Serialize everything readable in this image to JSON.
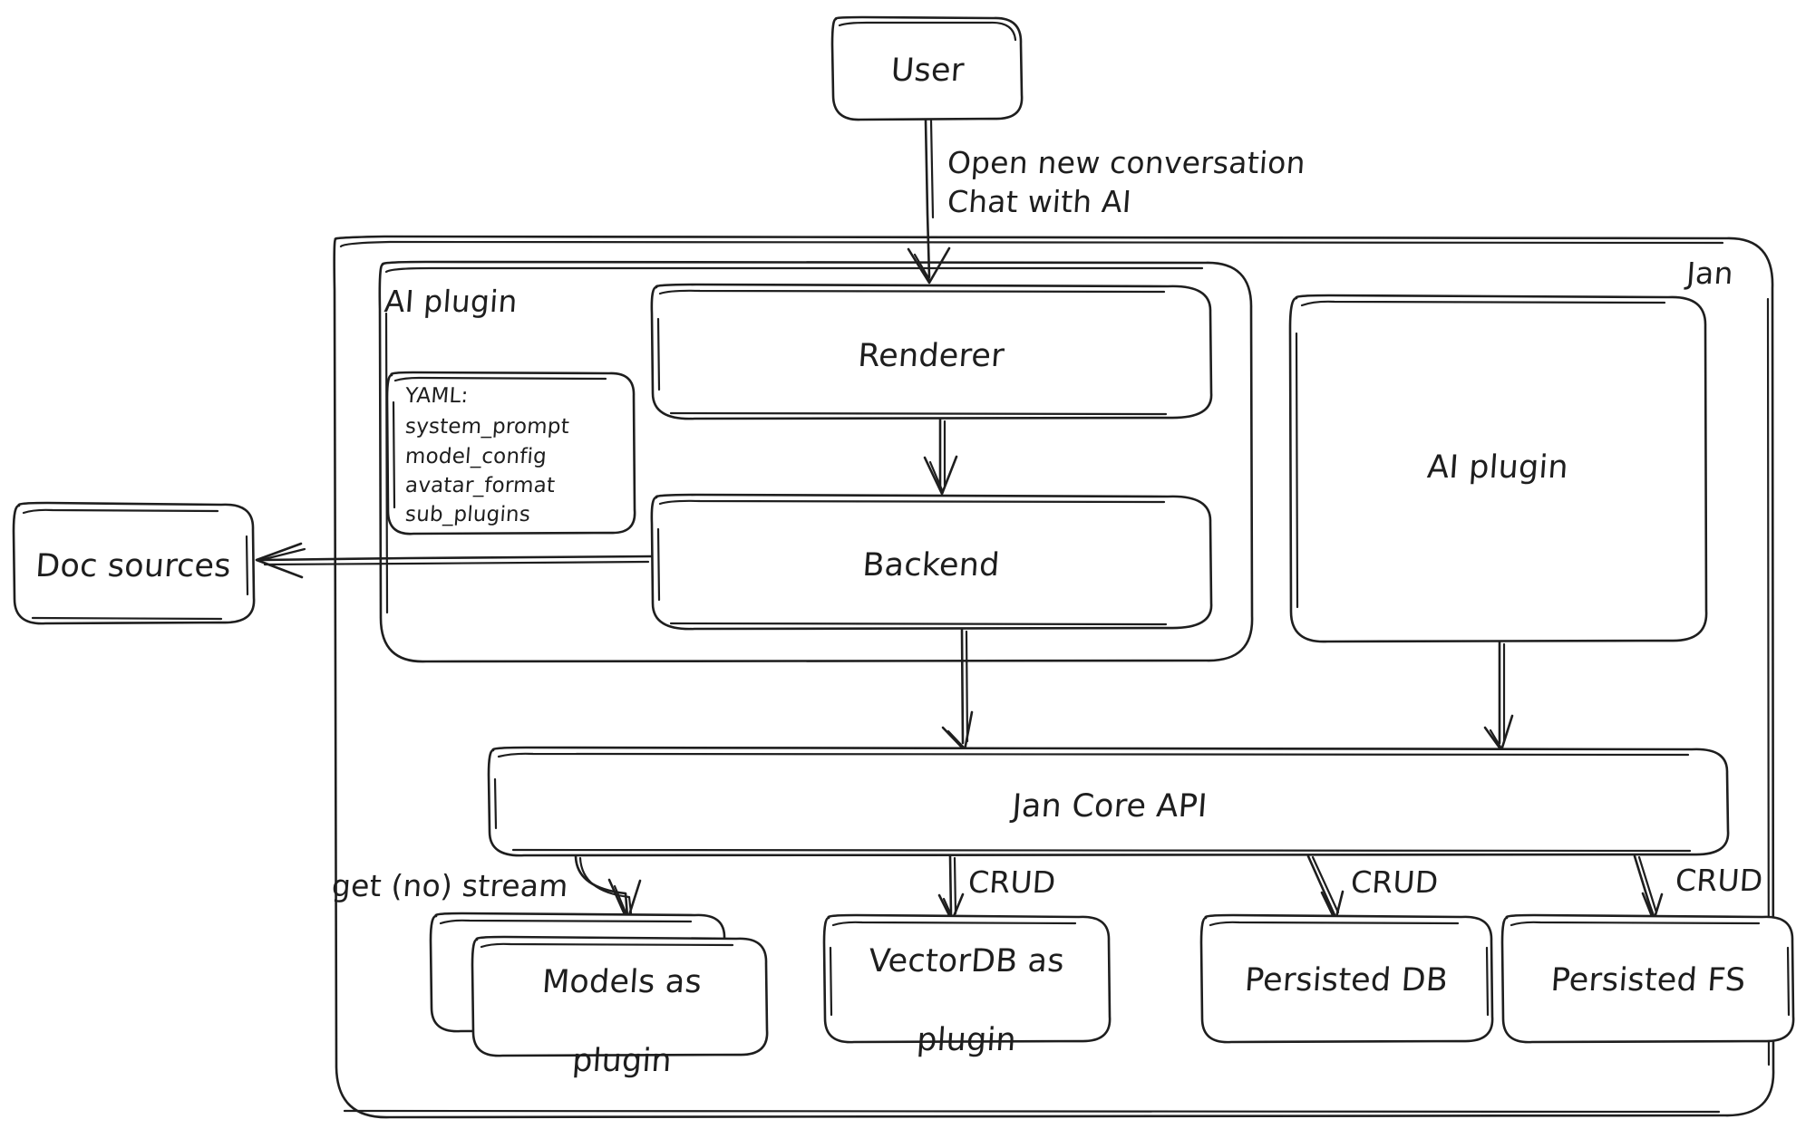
{
  "diagram": {
    "title": "Jan architecture diagram",
    "style": "hand-drawn sketch",
    "stroke_color": "#1e1e1e",
    "background_color": "#ffffff"
  },
  "containers": {
    "jan": {
      "label": "Jan"
    },
    "ai_plugin_group": {
      "label": "AI plugin"
    }
  },
  "nodes": {
    "user": {
      "label": "User"
    },
    "renderer": {
      "label": "Renderer"
    },
    "backend": {
      "label": "Backend"
    },
    "ai_plugin": {
      "label": "AI plugin"
    },
    "doc_sources": {
      "label": "Doc sources"
    },
    "jan_core_api": {
      "label": "Jan Core API"
    },
    "models_as_plugin": {
      "label": "Models as\nplugin"
    },
    "vectordb_as_plugin": {
      "label": "VectorDB as\nplugin"
    },
    "persisted_db": {
      "label": "Persisted DB"
    },
    "persisted_fs": {
      "label": "Persisted FS"
    }
  },
  "yaml_card": {
    "lines": [
      "YAML:",
      "system_prompt",
      "model_config",
      "avatar_format",
      "sub_plugins"
    ]
  },
  "edges": [
    {
      "from": "user",
      "to": "renderer",
      "label": "Open new conversation\nChat with AI"
    },
    {
      "from": "renderer",
      "to": "backend",
      "label": ""
    },
    {
      "from": "backend",
      "to": "doc_sources",
      "label": ""
    },
    {
      "from": "backend",
      "to": "jan_core_api",
      "label": ""
    },
    {
      "from": "ai_plugin",
      "to": "jan_core_api",
      "label": ""
    },
    {
      "from": "jan_core_api",
      "to": "models_as_plugin",
      "label": "get (no) stream"
    },
    {
      "from": "jan_core_api",
      "to": "vectordb_as_plugin",
      "label": "CRUD"
    },
    {
      "from": "jan_core_api",
      "to": "persisted_db",
      "label": "CRUD"
    },
    {
      "from": "jan_core_api",
      "to": "persisted_fs",
      "label": "CRUD"
    }
  ],
  "edge_labels": {
    "user_to_renderer_line1": "Open new conversation",
    "user_to_renderer_line2": "Chat with AI",
    "get_no_stream": "get (no) stream",
    "crud_vectordb": "CRUD",
    "crud_persisted_db": "CRUD",
    "crud_persisted_fs": "CRUD"
  },
  "node_labels_multiline": {
    "models_line1": "Models as",
    "models_line2": "plugin",
    "vectordb_line1": "VectorDB as",
    "vectordb_line2": "plugin"
  }
}
